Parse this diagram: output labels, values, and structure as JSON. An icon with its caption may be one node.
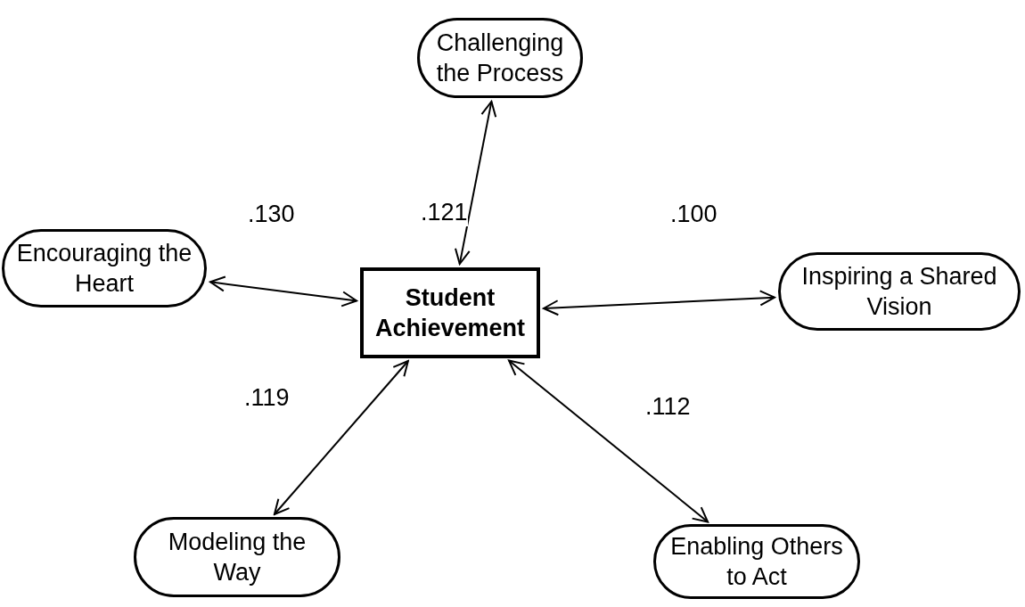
{
  "diagram": {
    "nodes": [
      {
        "text": [
          "Challenging the Process"
        ]
      },
      {
        "text": [
          "Encouraging the Heart"
        ]
      },
      {
        "text": [
          "Student Achievement"
        ]
      },
      {
        "text": [
          "Inspiring a Shared Vision"
        ]
      },
      {
        "text": [
          "Modeling the Way"
        ]
      },
      {
        "text": [
          "Enabling Others to Act"
        ]
      }
    ],
    "edges": [
      {
        "from": 2,
        "to": 0,
        "arrow": "both",
        "label": ".121"
      },
      {
        "from": 2,
        "to": 1,
        "arrow": "both",
        "label": ".130"
      },
      {
        "from": 2,
        "to": 3,
        "arrow": "both",
        "label": ".100"
      },
      {
        "from": 2,
        "to": 4,
        "arrow": "both",
        "label": ".119"
      },
      {
        "from": 2,
        "to": 5,
        "arrow": "both",
        "label": ".112"
      }
    ]
  }
}
